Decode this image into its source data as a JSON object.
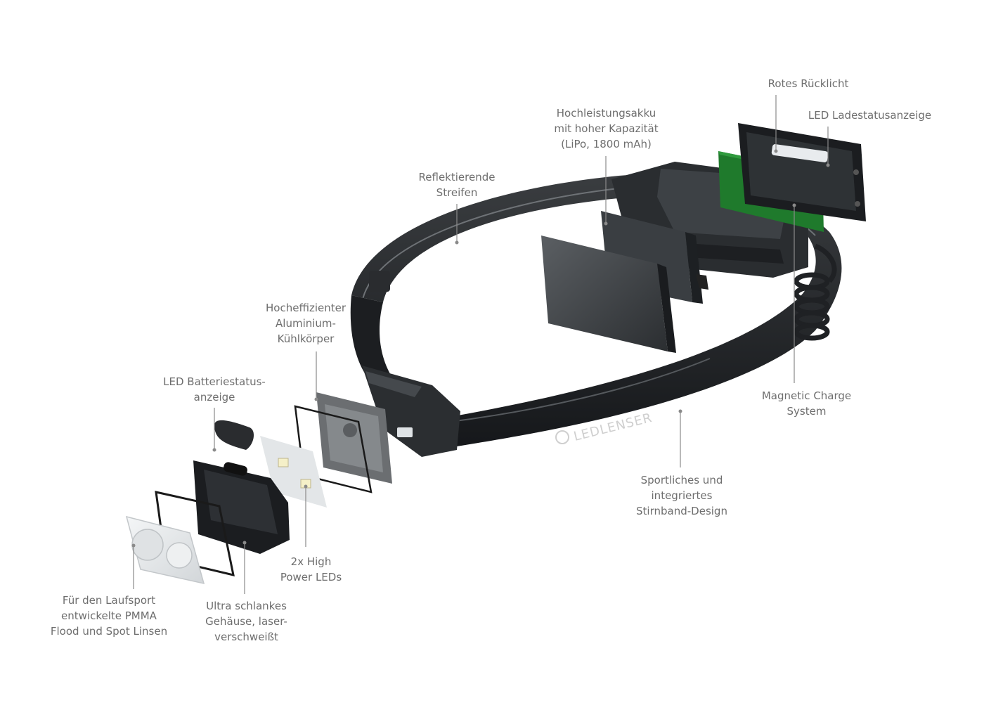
{
  "brand": {
    "logo_text": "LEDLENSER"
  },
  "callouts": {
    "rear_light": {
      "lines": [
        "Rotes Rücklicht"
      ]
    },
    "charge_led": {
      "lines": [
        "LED Ladestatusanzeige"
      ]
    },
    "battery": {
      "lines": [
        "Hochleistungsakku",
        "mit hoher Kapazität",
        "(LiPo, 1800 mAh)"
      ]
    },
    "reflective": {
      "lines": [
        "Reflektierende",
        "Streifen"
      ]
    },
    "heatsink": {
      "lines": [
        "Hocheffizienter",
        "Aluminium-",
        "Kühlkörper"
      ]
    },
    "battery_led": {
      "lines": [
        "LED Batteriestatus-",
        "anzeige"
      ]
    },
    "magnetic": {
      "lines": [
        "Magnetic Charge",
        "System"
      ]
    },
    "headband": {
      "lines": [
        "Sportliches und",
        "integriertes",
        "Stirnband-Design"
      ]
    },
    "leds": {
      "lines": [
        "2x High",
        "Power LEDs"
      ]
    },
    "housing": {
      "lines": [
        "Ultra schlankes",
        "Gehäuse, laser-",
        "verschweißt"
      ]
    },
    "lenses": {
      "lines": [
        "Für den Laufsport",
        "entwickelte PMMA",
        "Flood und Spot Linsen"
      ]
    }
  }
}
